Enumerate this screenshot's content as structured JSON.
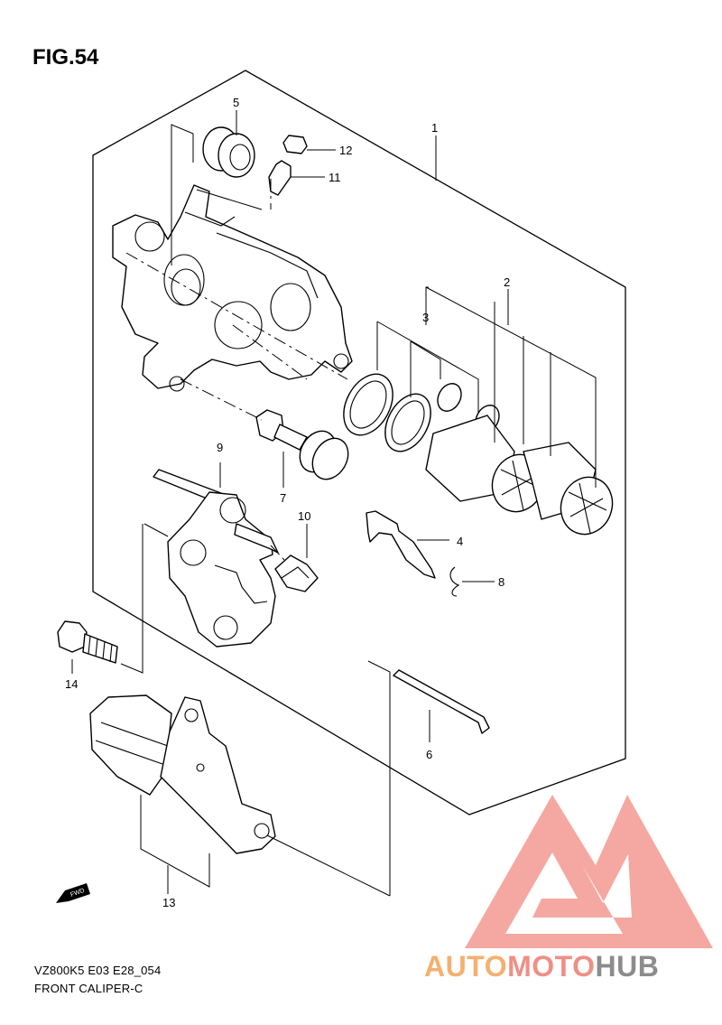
{
  "figure": {
    "title": "FIG.54"
  },
  "footer": {
    "model_code": "VZ800K5 E03 E28_054",
    "part_name": "FRONT CALIPER-C"
  },
  "watermark": {
    "words": [
      {
        "text": "AUTO",
        "color": "#f5b070"
      },
      {
        "text": "MOTO",
        "color": "#ef8f86"
      },
      {
        "text": "HUB",
        "color": "#8c8c8c"
      }
    ],
    "logo_color": "#f28b82"
  },
  "callouts": [
    "1",
    "2",
    "3",
    "4",
    "5",
    "6",
    "7",
    "8",
    "9",
    "10",
    "11",
    "12",
    "13",
    "14"
  ],
  "fwd_label": "FWD"
}
